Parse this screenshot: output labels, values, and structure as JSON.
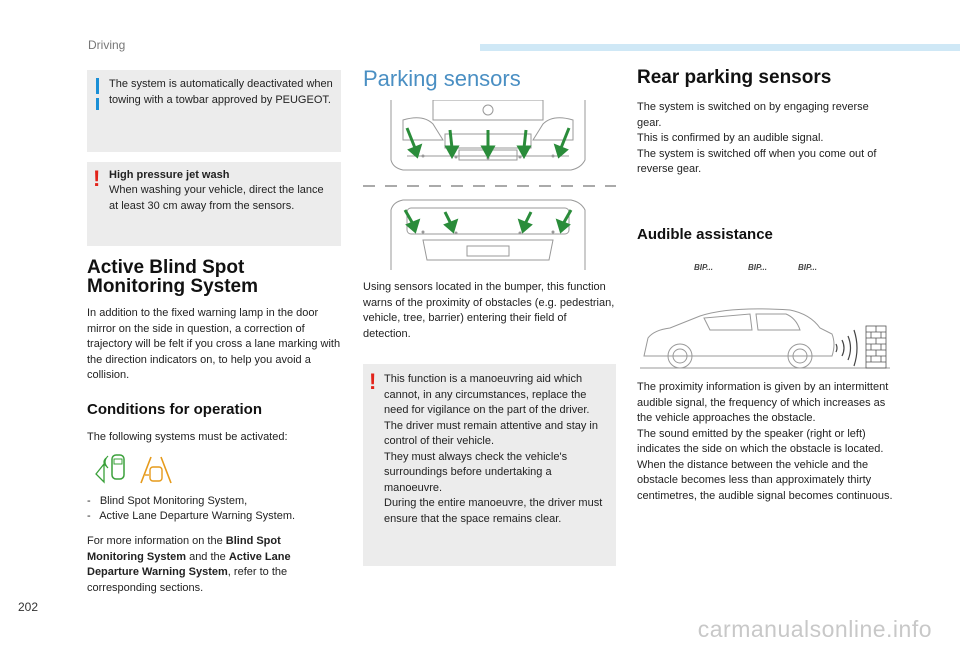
{
  "header": {
    "section": "Driving"
  },
  "col1": {
    "info_box": {
      "text": "The system is automatically deactivated when towing with a towbar approved by PEUGEOT."
    },
    "warning_box": {
      "title": "High pressure jet wash",
      "text": "When washing your vehicle, direct the lance at least 30 cm away from the sensors."
    },
    "heading_line1": "Active Blind Spot",
    "heading_line2": "Monitoring System",
    "intro": "In addition to the fixed warning lamp in the door mirror on the side in question, a correction of trajectory will be felt if you cross a lane marking with the direction indicators on, to help you avoid a collision.",
    "conditions_heading": "Conditions for operation",
    "conditions_intro": "The following systems must be activated:",
    "list": [
      "-   Blind Spot Monitoring System,",
      "-   Active Lane Departure Warning System."
    ],
    "more_info": {
      "t1": "For more information on the ",
      "b1": "Blind Spot Monitoring System",
      "t2": " and the ",
      "b2": "Active Lane Departure Warning System",
      "t3": ", refer to the corresponding sections."
    },
    "icons": [
      "blind-spot-icon",
      "lane-departure-icon"
    ]
  },
  "col2": {
    "heading": "Parking sensors",
    "description": "Using sensors located in the bumper, this function warns of the proximity of obstacles (e.g. pedestrian, vehicle, tree, barrier) entering their field of detection.",
    "warning_box": {
      "text": "This function is a manoeuvring aid which cannot, in any circumstances, replace the need for vigilance on the part of the driver.\nThe driver must remain attentive and stay in control of their vehicle.\nThey must always check the vehicle's surroundings before undertaking a manoeuvre.\nDuring the entire manoeuvre, the driver must ensure that the space remains clear."
    }
  },
  "col3": {
    "heading": "Rear parking sensors",
    "intro": "The system is switched on by engaging reverse gear.\nThis is confirmed by an audible signal.\nThe system is switched off when you come out of reverse gear.",
    "audible_heading": "Audible assistance",
    "bips": [
      "BIP...",
      "BIP...",
      "BIP..."
    ],
    "description": "The proximity information is given by an intermittent audible signal, the frequency of which increases as the vehicle approaches the obstacle.\nThe sound emitted by the speaker (right or left) indicates the side on which the obstacle is located.\nWhen the distance between the vehicle and the obstacle becomes less than approximately thirty centimetres, the audible signal becomes continuous."
  },
  "footer": {
    "page_number": "202",
    "watermark": "carmanualsonline.info"
  },
  "colors": {
    "info_bar": "#1a8fd6",
    "warning": "#e2231a",
    "box_bg": "#ececec",
    "accent_band": "#cfe8f6"
  }
}
